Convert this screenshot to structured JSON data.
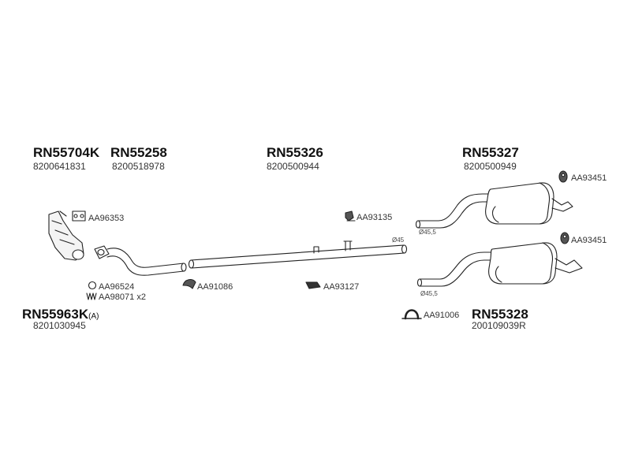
{
  "parts": {
    "p1": {
      "code": "RN55704K",
      "number": "8200641831"
    },
    "p2": {
      "code": "RN55258",
      "number": "8200518978"
    },
    "p3": {
      "code": "RN55326",
      "number": "8200500944"
    },
    "p4": {
      "code": "RN55327",
      "number": "8200500949"
    },
    "p5": {
      "code": "RN55963K",
      "suffix": "(A)",
      "number": "8201030945"
    },
    "p6": {
      "code": "RN55328",
      "number": "200109039R"
    }
  },
  "accessories": {
    "a1": "AA96353",
    "a2": "AA96524",
    "a3": "AA98071 x2",
    "a4": "AA91086",
    "a5": "AA93135",
    "a6": "AA93127",
    "a7": "AA93451",
    "a8": "AA93451",
    "a9": "AA91006"
  },
  "dimensions": {
    "d1": "Ø45",
    "d2": "Ø45,5",
    "d3": "Ø45,5"
  }
}
